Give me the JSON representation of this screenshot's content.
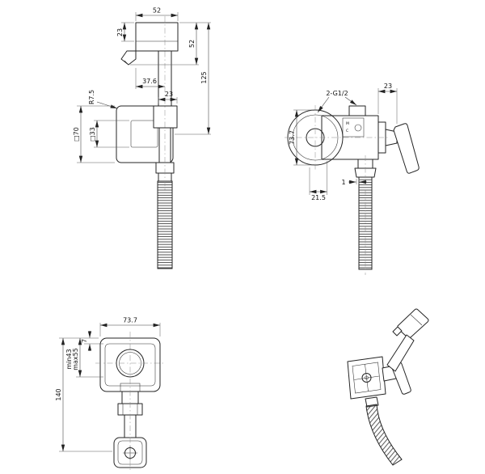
{
  "drawing": {
    "background": "#ffffff",
    "ink": "#242424"
  },
  "views": {
    "front": {
      "label": "front-view",
      "dims": {
        "head_width": "52",
        "head_depth": "23",
        "head_height": "52",
        "total_height": "125",
        "spout_offset": "37.6",
        "corner_radius": "R7.5",
        "holder_width": "23",
        "plate_size": "□70",
        "inner_size": "□33"
      }
    },
    "side": {
      "label": "side-view",
      "dims": {
        "thread_spec": "2-G1/2",
        "handle_length": "23",
        "flange_height": "73.7",
        "bottom_offset": "21.5",
        "gap": "1",
        "mark_hot": "M",
        "mark_cold": "C"
      }
    },
    "bottom": {
      "label": "bottom-view",
      "dims": {
        "plate_width": "73.7",
        "lip": "7",
        "depth_min": "min43",
        "depth_max": "max55",
        "overall_length": "140"
      }
    },
    "iso": {
      "label": "isometric-view"
    }
  }
}
